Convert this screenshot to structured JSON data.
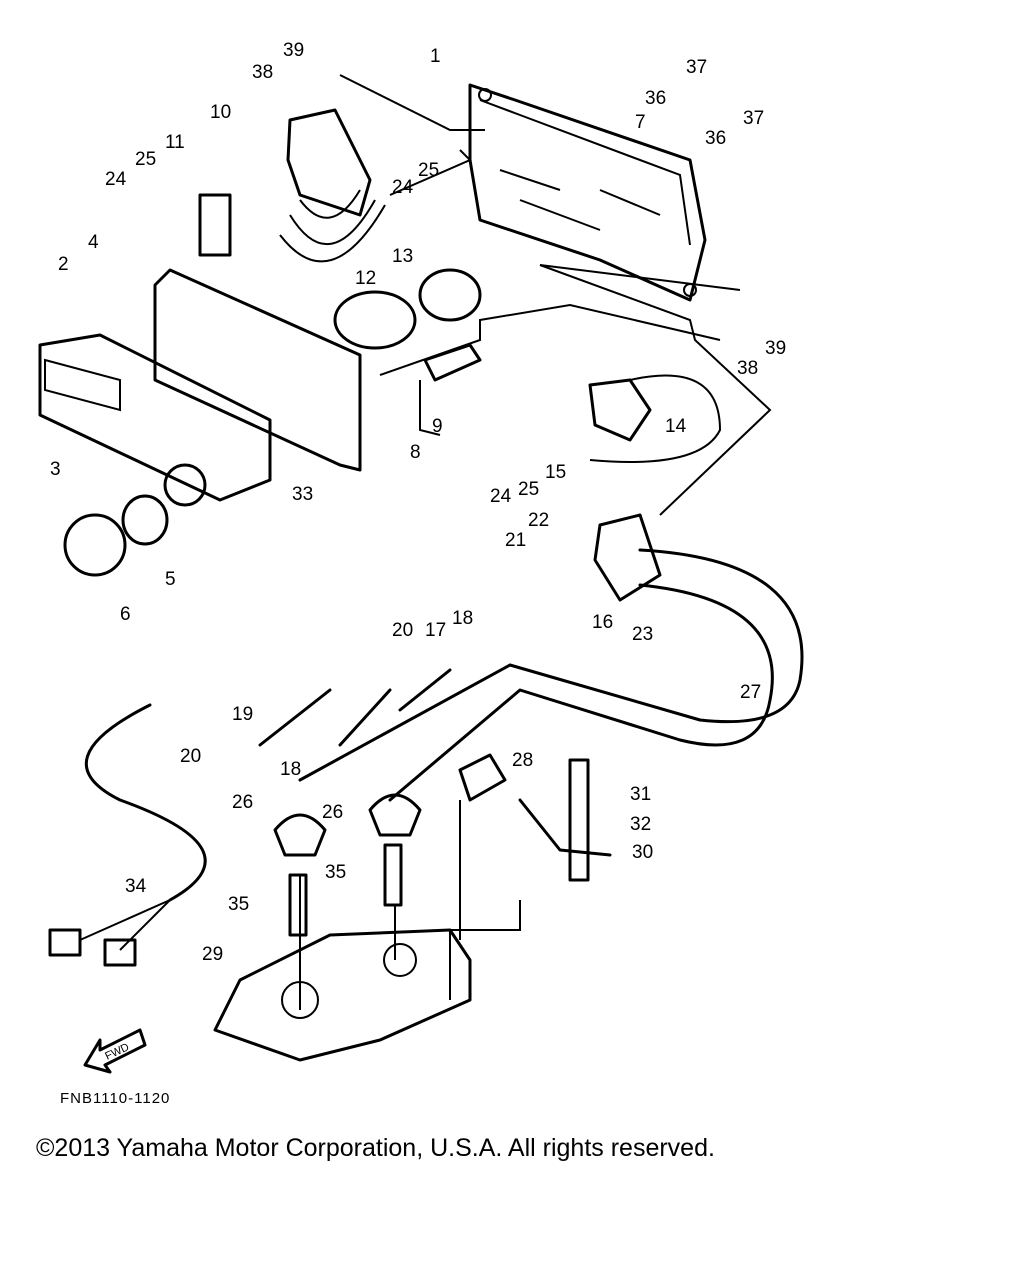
{
  "diagram_code": "FNB1110-1120",
  "copyright": "©2013 Yamaha Motor Corporation, U.S.A. All rights reserved.",
  "fwd_label": "FWD",
  "callouts": [
    "1",
    "2",
    "3",
    "4",
    "5",
    "6",
    "7",
    "8",
    "9",
    "10",
    "11",
    "12",
    "13",
    "14",
    "15",
    "16",
    "17",
    "18",
    "18",
    "19",
    "20",
    "20",
    "21",
    "22",
    "23",
    "24",
    "24",
    "24",
    "25",
    "25",
    "25",
    "26",
    "26",
    "27",
    "28",
    "29",
    "30",
    "31",
    "32",
    "33",
    "34",
    "35",
    "35",
    "36",
    "36",
    "37",
    "37",
    "38",
    "38",
    "39",
    "39"
  ]
}
